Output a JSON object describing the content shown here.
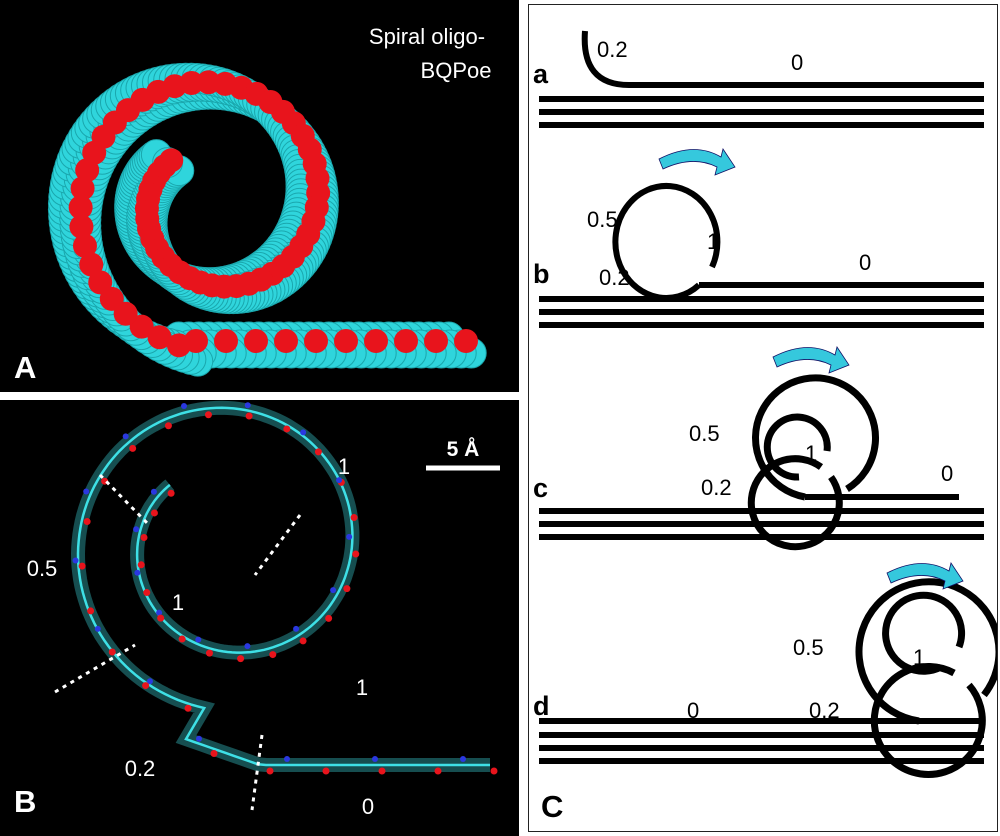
{
  "panel_a": {
    "letter": "A",
    "title_line1": "Spiral oligo-",
    "title_line2": "BQPoe",
    "colors": {
      "carbon": "#2fd5dc",
      "oxygen": "#e8141c",
      "hydrogen": "#e6e6e6",
      "nitrogen": "#1a2bd0"
    }
  },
  "panel_b": {
    "letter": "B",
    "scale_bar": "5 Å",
    "segment_labels": {
      "outer_top": "1",
      "left": "0.5",
      "inner": "1",
      "right": "1",
      "bottom_left": "0.2",
      "bottom": "0"
    },
    "colors": {
      "bond": "#3ee0e6",
      "oxygen": "#e8141c",
      "nitrogen": "#2a38e0"
    }
  },
  "panel_c": {
    "letter": "C",
    "steps": [
      {
        "letter": "a",
        "labels": [
          "0.2",
          "0"
        ]
      },
      {
        "letter": "b",
        "labels": [
          "0.5",
          "1",
          "0.2",
          "0"
        ]
      },
      {
        "letter": "c",
        "labels": [
          "0.5",
          "1",
          "0.2",
          "0"
        ]
      },
      {
        "letter": "d",
        "labels": [
          "0.5",
          "1",
          "0",
          "0.2"
        ]
      }
    ],
    "colors": {
      "arrow": "#35c8dd",
      "line": "#000000"
    }
  }
}
